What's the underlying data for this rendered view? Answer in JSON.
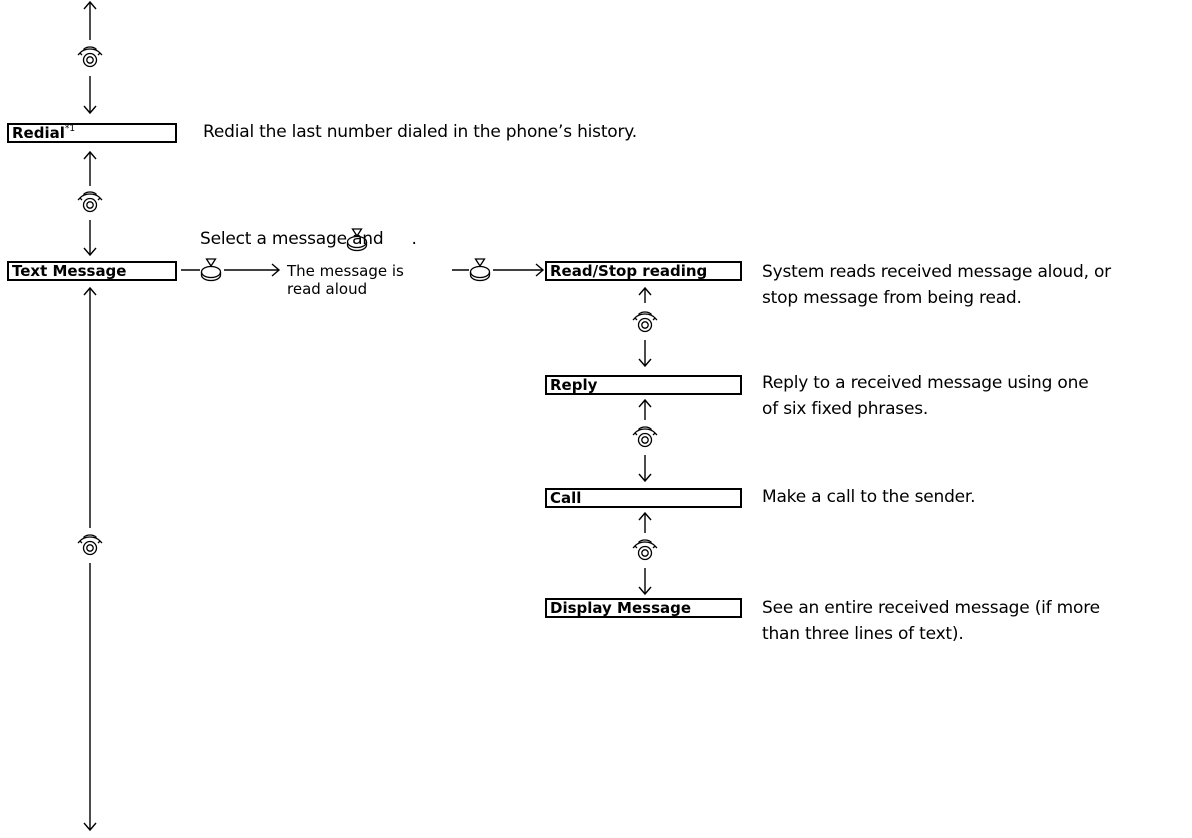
{
  "menu": {
    "redial": {
      "label": "Redial",
      "footnote_mark": "*1",
      "description": "Redial the last number dialed in the phone’s history."
    },
    "text_message": {
      "label": "Text Message",
      "hint": "Select a message and"
    },
    "intermediate": {
      "line1": "The message is",
      "line2": "read aloud"
    },
    "submenu": [
      {
        "label": "Read/Stop reading",
        "description_lines": [
          "System reads received message aloud, or",
          "stop message from being read."
        ]
      },
      {
        "label": "Reply",
        "description_lines": [
          "Reply to a received message using one",
          "of six fixed phrases."
        ]
      },
      {
        "label": "Call",
        "description_lines": [
          "Make a call to the sender."
        ]
      },
      {
        "label": "Display Message",
        "description_lines": [
          "See an entire received message (if more",
          "than three lines of text)."
        ]
      }
    ]
  },
  "icons": {
    "rotate": "selector-knob-rotate-icon",
    "press": "selector-knob-press-icon"
  }
}
